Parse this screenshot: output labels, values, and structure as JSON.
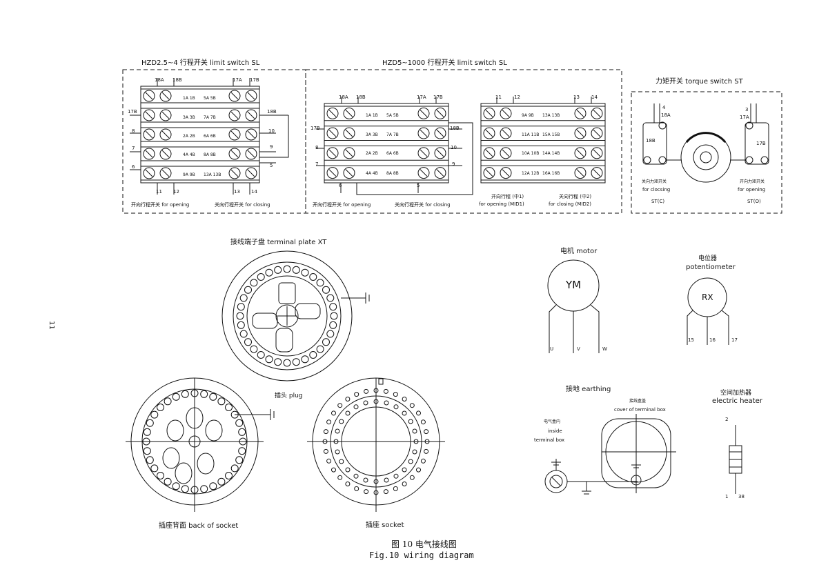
{
  "page_number": "11",
  "limit_switch_small": {
    "title": "HZD2.5~4 行程开关 limit switch SL",
    "top_terms": [
      "18A",
      "18B",
      "17A",
      "17B"
    ],
    "bottom_terms": [
      "11",
      "12",
      "13",
      "14"
    ],
    "left_terms": [
      "17B",
      "8",
      "7",
      "6"
    ],
    "right_terms": [
      "18B",
      "10",
      "9",
      "5"
    ],
    "rows": [
      [
        "1A  1B",
        "5A  5B"
      ],
      [
        "3A  3B",
        "7A  7B"
      ],
      [
        "2A  2B",
        "6A  6B"
      ],
      [
        "4A  4B",
        "8A  8B"
      ],
      [
        "9A  9B",
        "13A 13B"
      ]
    ],
    "open_label": "开向行程开关 for opening",
    "close_label": "关向行程开关 for closing"
  },
  "limit_switch_large": {
    "title": "HZD5~1000 行程开关 limit switch SL",
    "top_terms_a": [
      "18A",
      "18B",
      "17A",
      "17B"
    ],
    "top_terms_b": [
      "11",
      "12",
      "13",
      "14"
    ],
    "left_terms": [
      "17B",
      "8",
      "7"
    ],
    "right_terms": [
      "18B",
      "10",
      "9"
    ],
    "bottom_terms": [
      "6",
      "5"
    ],
    "rows_a": [
      [
        "1A  1B",
        "5A  5B"
      ],
      [
        "3A  3B",
        "7A  7B"
      ],
      [
        "2A  2B",
        "6A  6B"
      ],
      [
        "4A  4B",
        "8A  8B"
      ]
    ],
    "rows_b": [
      [
        "9A  9B",
        "13A 13B"
      ],
      [
        "11A 11B",
        "15A 15B"
      ],
      [
        "10A 10B",
        "14A 14B"
      ],
      [
        "12A 12B",
        "16A 16B"
      ]
    ],
    "open_label": "开向行程开关 for opening",
    "close_label": "关向行程开关 for closing",
    "mid1_label_cn": "开向行程 (中1)",
    "mid1_label_en": "for opening (MID1)",
    "mid2_label_cn": "关向行程 (中2)",
    "mid2_label_en": "for closing (MID2)"
  },
  "torque_switch": {
    "title": "力矩开关 torque switch ST",
    "left_terms": [
      "4",
      "18A",
      "18B"
    ],
    "right_terms": [
      "3",
      "17A",
      "17B"
    ],
    "left_label_cn": "关向力矩开关",
    "left_label_en": "for clocsing",
    "left_code": "ST(C)",
    "right_label_cn": "开向力矩开关",
    "right_label_en": "for opening",
    "right_code": "ST(O)"
  },
  "terminal_plate": {
    "title": "接线端子盘 terminal plate XT",
    "plug_label": "插头 plug"
  },
  "back_socket": {
    "label": "插座背面 back of socket"
  },
  "socket": {
    "label": "插座 socket"
  },
  "motor": {
    "title": "电机 motor",
    "symbol": "YM",
    "terms": [
      "U",
      "V",
      "W"
    ]
  },
  "potentiometer": {
    "title_cn": "电位器",
    "title_en": "potentiometer",
    "symbol": "RX",
    "terms": [
      "15",
      "16",
      "17"
    ]
  },
  "earthing": {
    "title": "接地 earthing",
    "inside_cn": "电气盒内",
    "inside_en1": "inside",
    "inside_en2": "terminal box",
    "cover_cn": "接线盒盖",
    "cover_en": "cover of terminal box"
  },
  "heater": {
    "title_cn": "空间加热器",
    "title_en": "electric heater",
    "term_top": "2",
    "term_bottom": "1",
    "term_code": "38"
  },
  "caption": {
    "cn": "图 10   电气接线图",
    "en": "Fig.10 wiring diagram"
  }
}
